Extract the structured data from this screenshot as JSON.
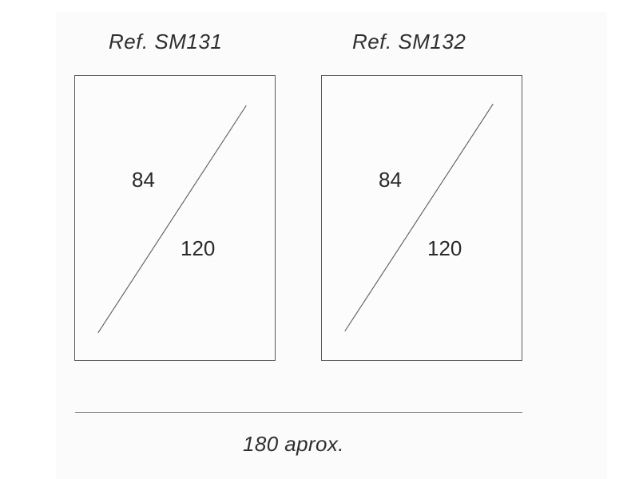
{
  "panels": [
    {
      "ref": "Ref. SM131",
      "width": "84",
      "height": "120"
    },
    {
      "ref": "Ref. SM132",
      "width": "84",
      "height": "120"
    }
  ],
  "total_width": "180 aprox.",
  "colors": {
    "line": "#5a5a5a",
    "text": "#2a2a2a"
  }
}
